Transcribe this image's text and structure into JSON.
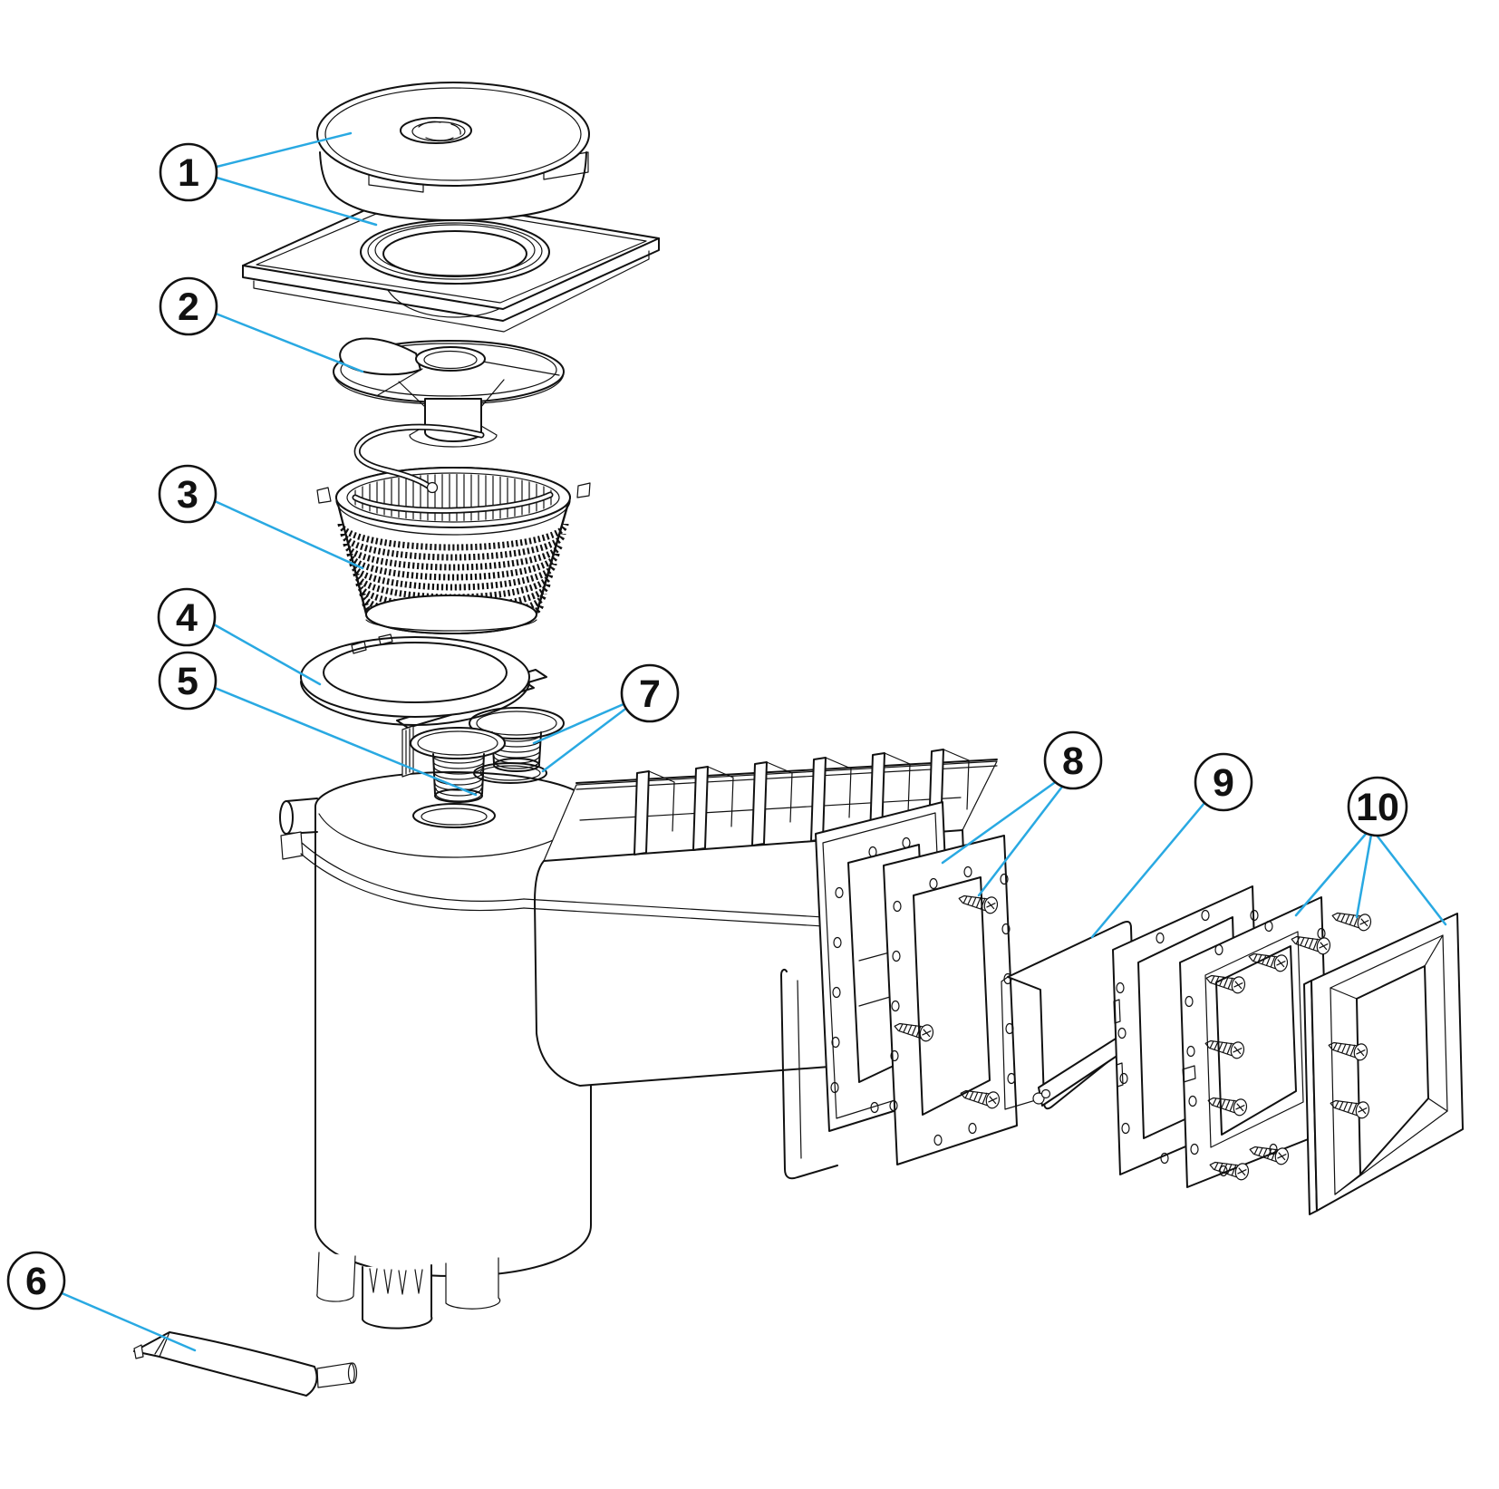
{
  "diagram": {
    "background": "#ffffff",
    "ink_color": "#111111",
    "leader_color": "#29A9E2",
    "callouts": [
      {
        "label": "1"
      },
      {
        "label": "2"
      },
      {
        "label": "3"
      },
      {
        "label": "4"
      },
      {
        "label": "5"
      },
      {
        "label": "6"
      },
      {
        "label": "7"
      },
      {
        "label": "8"
      },
      {
        "label": "9"
      },
      {
        "label": "10"
      }
    ]
  }
}
